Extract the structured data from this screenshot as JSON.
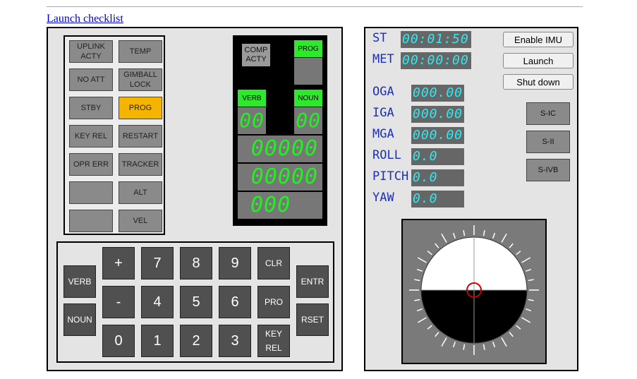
{
  "header": {
    "link": "Launch checklist"
  },
  "annunciator": {
    "lamps": [
      {
        "label": "UPLINK ACTY",
        "on": false
      },
      {
        "label": "TEMP",
        "on": false
      },
      {
        "label": "NO ATT",
        "on": false
      },
      {
        "label": "GIMBALL LOCK",
        "on": false
      },
      {
        "label": "STBY",
        "on": false
      },
      {
        "label": "PROG",
        "on": true
      },
      {
        "label": "KEY REL",
        "on": false
      },
      {
        "label": "RESTART",
        "on": false
      },
      {
        "label": "OPR ERR",
        "on": false
      },
      {
        "label": "TRACKER",
        "on": false
      },
      {
        "label": "",
        "on": false
      },
      {
        "label": "ALT",
        "on": false
      },
      {
        "label": "",
        "on": false
      },
      {
        "label": "VEL",
        "on": false
      }
    ]
  },
  "display": {
    "comp_acty": "COMP ACTY",
    "prog_label": "PROG",
    "verb_label": "VERB",
    "noun_label": "NOUN",
    "verb_value": "00",
    "noun_value": "00",
    "reg1": "00000",
    "reg2": "00000",
    "reg3": "000"
  },
  "keypad": {
    "verb": "VERB",
    "noun": "NOUN",
    "plus": "+",
    "minus": "-",
    "k0": "0",
    "k1": "1",
    "k2": "2",
    "k3": "3",
    "k4": "4",
    "k5": "5",
    "k6": "6",
    "k7": "7",
    "k8": "8",
    "k9": "9",
    "clr": "CLR",
    "pro": "PRO",
    "key_rel_1": "KEY",
    "key_rel_2": "REL",
    "entr": "ENTR",
    "rset": "RSET"
  },
  "gnc": {
    "st_label": "ST",
    "st_value": "00:01:50",
    "met_label": "MET",
    "met_value": "00:00:00",
    "oga_label": "OGA",
    "oga_value": "000.00",
    "iga_label": "IGA",
    "iga_value": "000.00",
    "mga_label": "MGA",
    "mga_value": "000.00",
    "roll_label": "ROLL",
    "roll_value": "0.0",
    "pitch_label": "PITCH",
    "pitch_value": "0.0",
    "yaw_label": "YAW",
    "yaw_value": "0.0",
    "buttons": {
      "enable_imu": "Enable IMU",
      "launch": "Launch",
      "shutdown": "Shut down"
    },
    "stages": {
      "sic": "S-IC",
      "sii": "S-II",
      "sivb": "S-IVB"
    }
  },
  "colors": {
    "prog_on": "#f5b400",
    "segment_green": "#22f022",
    "readout_cyan": "#35e8f0",
    "label_blue": "#1c2fb8"
  }
}
